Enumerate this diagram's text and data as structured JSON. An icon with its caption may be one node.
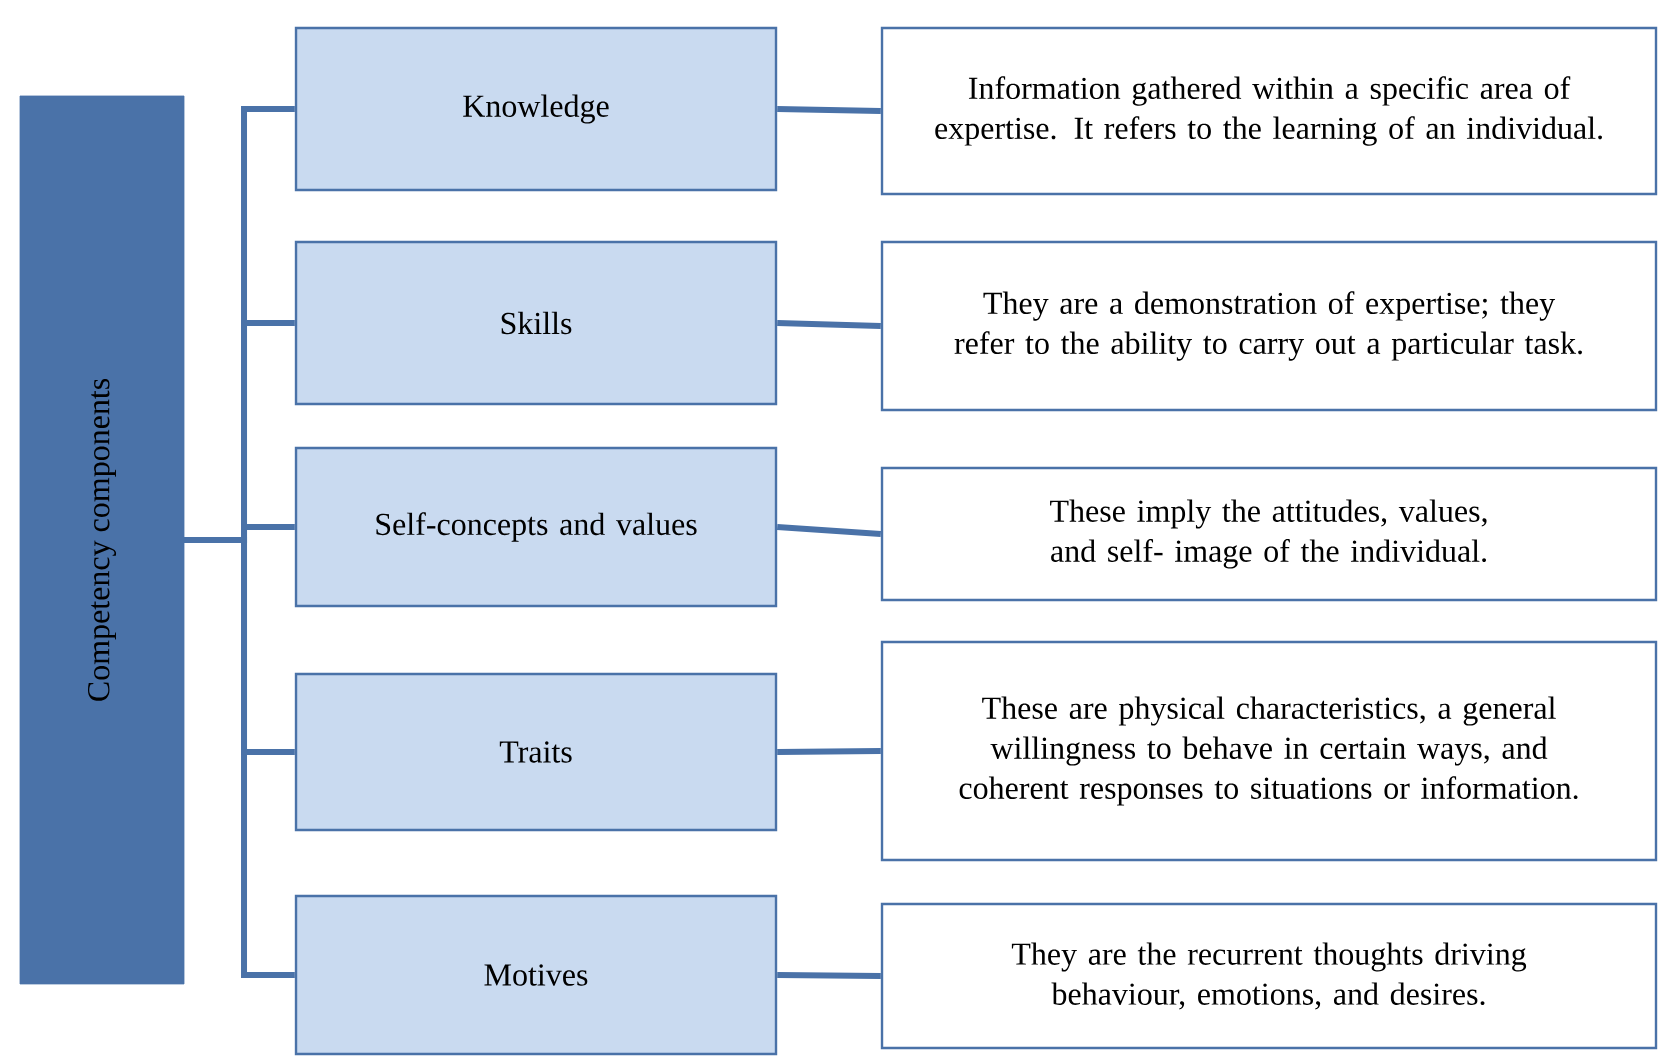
{
  "diagram": {
    "nodes": [
      {
        "text": [
          "Competency components"
        ]
      },
      {
        "text": [
          "Knowledge"
        ]
      },
      {
        "text": [
          "Information gathered within a specific area of expertise. It refers to the learning of an individual."
        ]
      },
      {
        "text": [
          "Skills"
        ]
      },
      {
        "text": [
          "They are a demonstration of expertise; they refer to the ability to carry out a particular task."
        ]
      },
      {
        "text": [
          "Self-concepts and values"
        ]
      },
      {
        "text": [
          "These imply the attitudes, values, and self- image of the individual."
        ]
      },
      {
        "text": [
          "Traits"
        ]
      },
      {
        "text": [
          "These are physical characteristics, a general willingness to behave in certain ways, and coherent responses to situations or information."
        ]
      },
      {
        "text": [
          "Motives"
        ]
      },
      {
        "text": [
          "They are the recurrent thoughts driving behaviour, emotions, and desires."
        ]
      }
    ],
    "edges": [
      {
        "from": 0,
        "to": 1,
        "arrow": "none"
      },
      {
        "from": 0,
        "to": 3,
        "arrow": "none"
      },
      {
        "from": 0,
        "to": 5,
        "arrow": "none"
      },
      {
        "from": 0,
        "to": 7,
        "arrow": "none"
      },
      {
        "from": 0,
        "to": 9,
        "arrow": "none"
      },
      {
        "from": 1,
        "to": 2,
        "arrow": "none"
      },
      {
        "from": 3,
        "to": 4,
        "arrow": "none"
      },
      {
        "from": 5,
        "to": 6,
        "arrow": "none"
      },
      {
        "from": 7,
        "to": 8,
        "arrow": "none"
      },
      {
        "from": 9,
        "to": 10,
        "arrow": "none"
      }
    ]
  }
}
